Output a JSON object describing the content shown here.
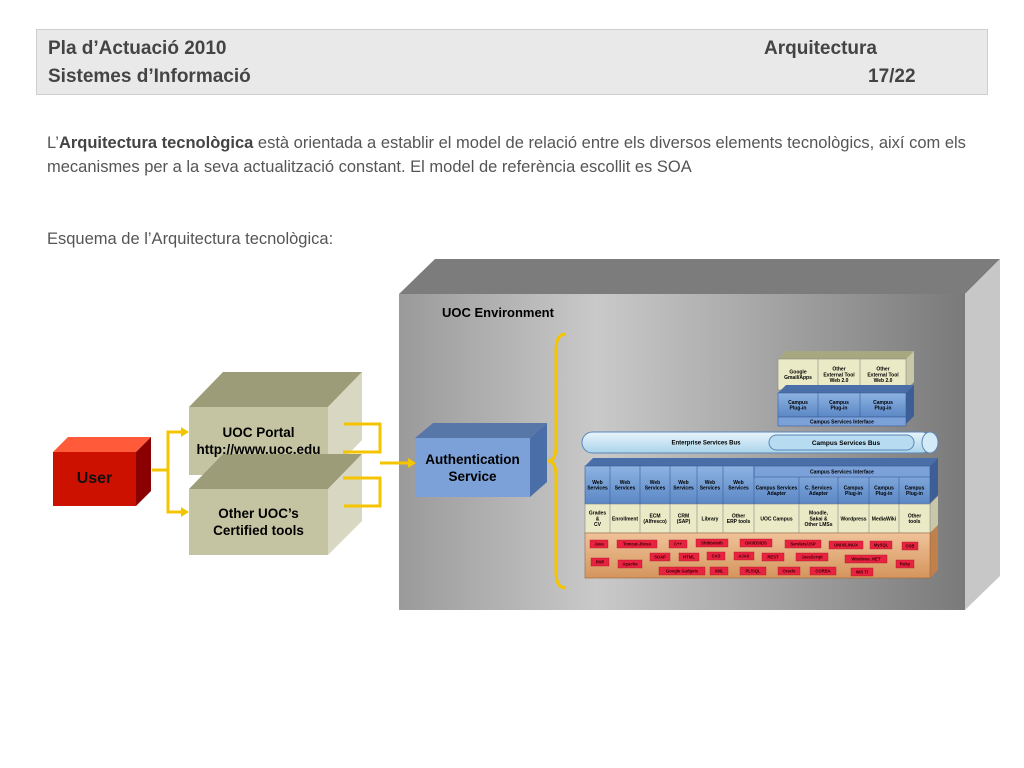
{
  "header": {
    "title_line1": "Pla d’Actuació 2010",
    "title_line2": "Sistemes d’Informació",
    "section": "Arquitectura",
    "page": "17/22"
  },
  "intro": {
    "prefix": "L’",
    "bold": "Arquitectura tecnològica",
    "rest": " està orientada a establir el model de relació entre els diversos elements tecnològics, així com els mecanismes per a la seva actualització constant. El model de referència escollit es SOA"
  },
  "subtitle": "Esquema de l’Arquitectura tecnològica:",
  "diagram": {
    "user": "User",
    "portal_line1": "UOC Portal",
    "portal_line2": "http://www.uoc.edu",
    "tools_line1": "Other UOC’s",
    "tools_line2": "Certified tools",
    "auth_line1": "Authentication",
    "auth_line2": "Service",
    "env_title": "UOC Environment",
    "ext": [
      [
        "Google",
        "Gmail/Apps"
      ],
      [
        "Other",
        "External Tool",
        "Web 2.0"
      ],
      [
        "Other",
        "External Tool",
        "Web 2.0"
      ]
    ],
    "plugins_top": [
      [
        "Campus",
        "Plug-in"
      ],
      [
        "Campus",
        "Plug-in"
      ],
      [
        "Campus",
        "Plug-in"
      ]
    ],
    "csi_top": "Campus Services Interface",
    "esb": "Enterprise Services Bus",
    "csb": "Campus Services Bus",
    "csi_mid": "Campus Services Interface",
    "services": [
      [
        "Web",
        "Services"
      ],
      [
        "Web",
        "Services"
      ],
      [
        "Web",
        "Services"
      ],
      [
        "Web",
        "Services"
      ],
      [
        "Web",
        "Services"
      ],
      [
        "Web",
        "Services"
      ],
      [
        "Campus Services",
        "Adapter"
      ],
      [
        "C. Services",
        "Adapter"
      ],
      [
        "Campus",
        "Plug-in"
      ],
      [
        "Campus",
        "Plug-in"
      ],
      [
        "Campus",
        "Plug-in"
      ]
    ],
    "apps": [
      [
        "Grades",
        "&",
        "CV"
      ],
      [
        "Enrollment"
      ],
      [
        "ECM",
        "(Alfresco)"
      ],
      [
        "CRM",
        "(SAP)"
      ],
      [
        "Library"
      ],
      [
        "Other",
        "ERP tools"
      ],
      [
        "UOC Campus"
      ],
      [
        "Moodle,",
        "Sakai &",
        "Other LMSs"
      ],
      [
        "Wordpress"
      ],
      [
        "MediaWiki"
      ],
      [
        "Other",
        "tools"
      ]
    ],
    "tech": [
      "Java",
      "Tomcat-Jboss",
      "C++",
      "Shibboleth",
      "OKI/OSIDS",
      "Servlets/JSP",
      "UNIX/LINUX",
      "MySQL",
      "OSB",
      "PHP",
      "Apache",
      "SOAP",
      "HTML",
      "CAS",
      "AJAX",
      "REST",
      "JavaScript",
      "Windows .NET",
      "Ruby",
      "Google Gadgets",
      "XML",
      "PL/SQL",
      "Oracle",
      "CORBA",
      "IMS TI"
    ]
  }
}
